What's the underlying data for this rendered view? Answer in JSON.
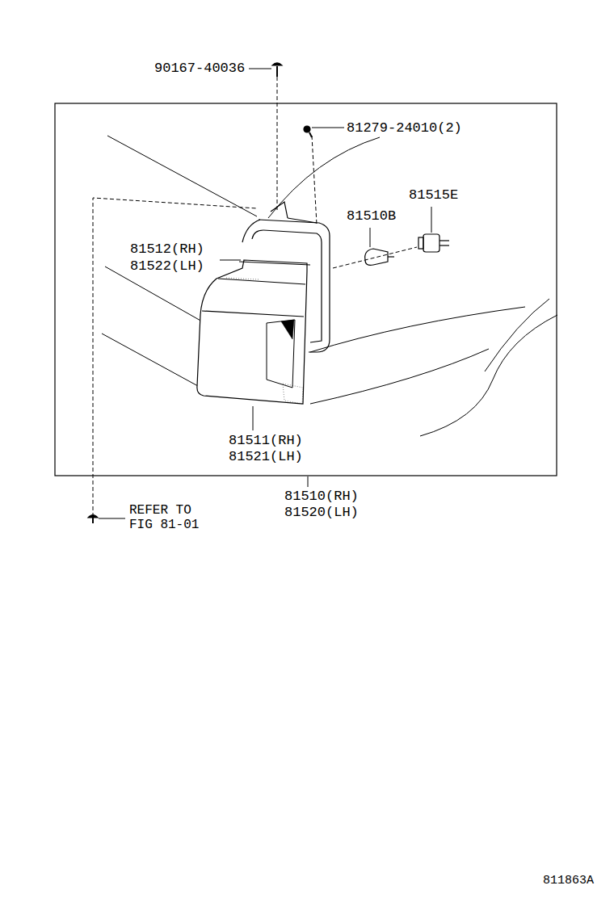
{
  "diagram": {
    "labels": [
      "90167-40036",
      "81279-24010(2)",
      "81515E",
      "81510B",
      "81512(RH)",
      "81522(LH)",
      "81511(RH)",
      "81521(LH)",
      "81510(RH)",
      "81520(LH)",
      "REFER TO FIG 81-01",
      "811863A"
    ]
  }
}
